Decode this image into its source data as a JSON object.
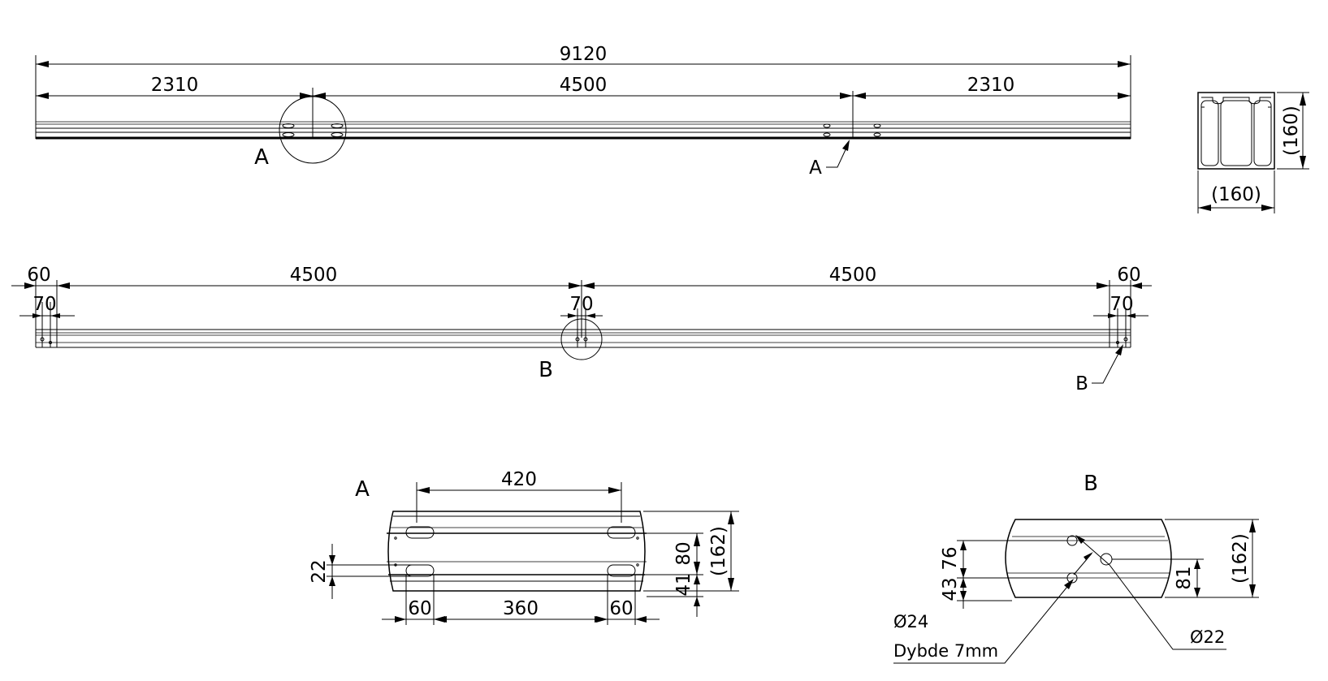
{
  "top_view": {
    "dims": {
      "overall": "9120",
      "left": "2310",
      "center": "4500",
      "right": "2310"
    },
    "detail_label": "A",
    "leader_label": "A"
  },
  "section_view": {
    "height": "(160)",
    "width": "(160)"
  },
  "middle_view": {
    "dims": {
      "left_end": "60",
      "left_span": "4500",
      "right_span": "4500",
      "right_end": "60",
      "left_hole": "70",
      "center_hole": "70",
      "right_hole": "70"
    },
    "detail_label": "B",
    "leader_label": "B"
  },
  "detail_a": {
    "title": "A",
    "dims": {
      "top": "420",
      "slot_height": "22",
      "left": "60",
      "center": "360",
      "right": "60",
      "upper": "80",
      "lower": "41",
      "overall": "(162)"
    }
  },
  "detail_b": {
    "title": "B",
    "dims": {
      "upper": "76",
      "lower": "43",
      "right": "81",
      "overall": "(162)"
    },
    "note_hole": "Ø24",
    "note_depth": "Dybde 7mm",
    "note_hole2": "Ø22"
  }
}
